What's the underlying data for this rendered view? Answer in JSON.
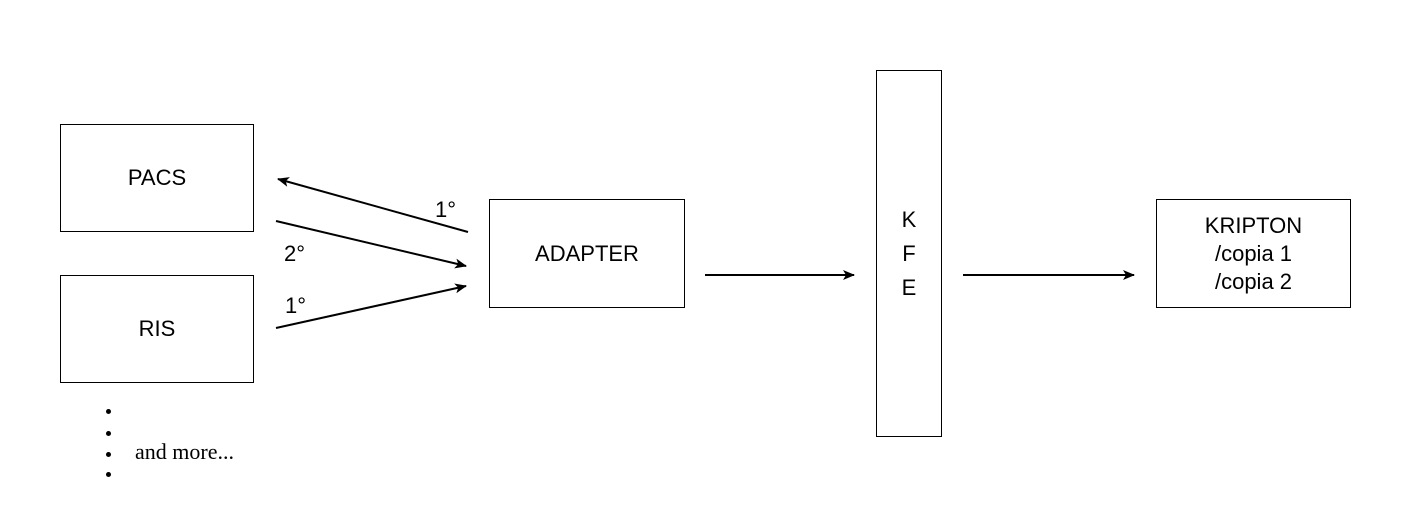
{
  "nodes": {
    "pacs": "PACS",
    "ris": "RIS",
    "adapter": "ADAPTER",
    "kfe": [
      "K",
      "F",
      "E"
    ],
    "kripton": [
      "KRIPTON",
      "/copia 1",
      "/copia 2"
    ]
  },
  "edge_labels": {
    "adapter_to_pacs": "1°",
    "pacs_to_adapter": "2°",
    "ris_to_adapter": "1°"
  },
  "more_label": "and more..."
}
